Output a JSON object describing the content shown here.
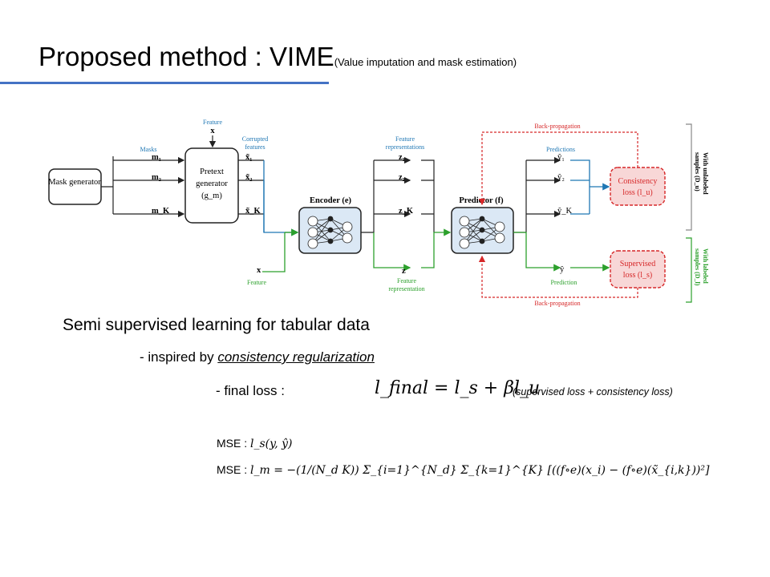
{
  "slide": {
    "title": "Proposed method : VIME",
    "title_sub": "(Value imputation and mask estimation)",
    "line1": "Semi supervised learning for tabular data",
    "line2_prefix": "- inspired by ",
    "line2_em": "consistency regularization",
    "line3": "- final loss :",
    "final_eq": "l_final = l_s + βl_u",
    "final_note": "(supervised loss + consistency loss)",
    "mse_label_1": "MSE : ",
    "mse_eq_1": "l_s(y, ŷ)",
    "mse_label_2": "MSE : ",
    "mse_eq_2": "l_m = −(1/(N_d K)) Σ_{i=1}^{N_d} Σ_{k=1}^{K} [((f∘e)(x_i) − (f∘e)(x̃_{i,k}))²]"
  },
  "figure": {
    "mask_generator": "Mask generator",
    "feature_label_top": "Feature",
    "feature_x_top": "x",
    "masks_label": "Masks",
    "masks": [
      "m₁",
      "m₂",
      "m_K"
    ],
    "pretext_generator": [
      "Pretext",
      "generator",
      "(g_m)"
    ],
    "corrupted_label": [
      "Corrupted",
      "features"
    ],
    "corrupted": [
      "x̃₁",
      "x̃₂",
      "x̃_K"
    ],
    "encoder_label": "Encoder (e)",
    "feature_reps_label": [
      "Feature",
      "representations"
    ],
    "z": [
      "z₁",
      "z₂",
      "z_K"
    ],
    "predictor_label": "Predictor (f)",
    "predictions_label": "Predictions",
    "yhat": [
      "ŷ₁",
      "ŷ₂",
      "ŷ_K"
    ],
    "consistency_loss": [
      "Consistency",
      "loss (l_u)"
    ],
    "backprop_top": "Back-propagation",
    "unlabeled_samples": [
      "With unlabeled",
      "samples (D_u)"
    ],
    "x_bottom": "x",
    "feature_bottom": "Feature",
    "z_bottom": "z",
    "feature_rep_bottom": [
      "Feature",
      "representation"
    ],
    "yhat_bottom": "ŷ",
    "prediction_bottom": "Prediction",
    "supervised_loss": [
      "Supervised",
      "loss (l_s)"
    ],
    "backprop_bottom": "Back-propagation",
    "labeled_samples": [
      "With labeled",
      "samples (D_l)"
    ],
    "colors": {
      "blue": "#1f77b4",
      "green": "#2ca02c",
      "red": "#d62728",
      "node_fill": "#dbe8f5",
      "loss_fill": "#f8d7d7"
    }
  }
}
